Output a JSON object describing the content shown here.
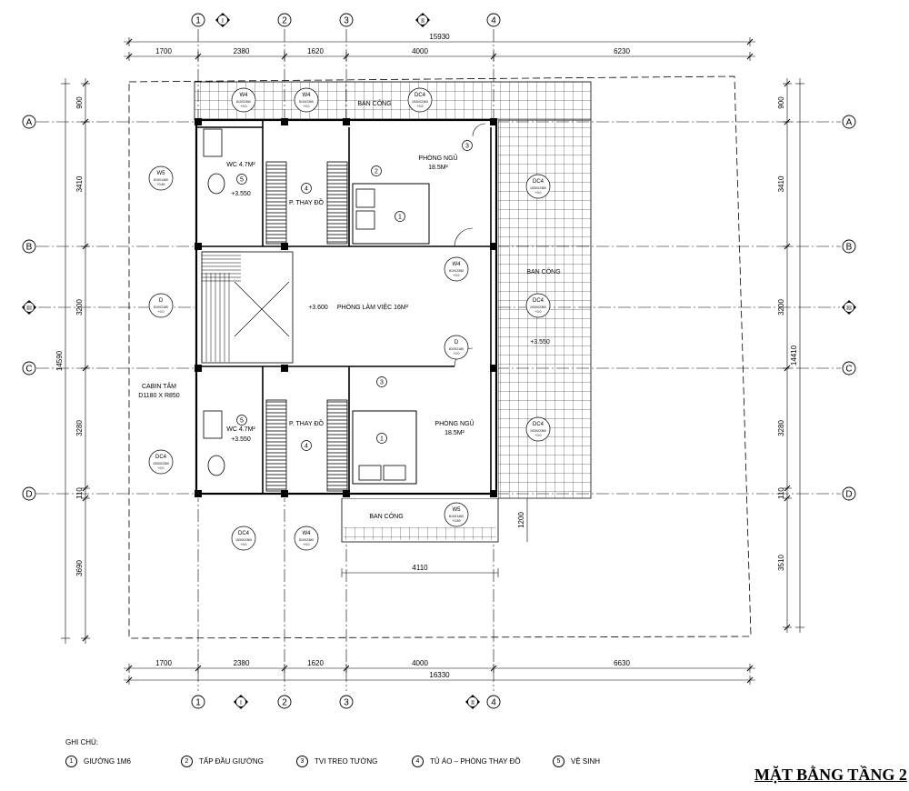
{
  "grid_columns": [
    "1",
    "2",
    "3",
    "4"
  ],
  "grid_rows": [
    "A",
    "B",
    "C",
    "D"
  ],
  "section_marks": [
    "I",
    "II",
    "III"
  ],
  "dims_top": [
    "1700",
    "2380",
    "1620",
    "4000",
    "6230"
  ],
  "dims_top_total": "15930",
  "dims_bottom": [
    "1700",
    "2380",
    "1620",
    "4000",
    "6630"
  ],
  "dims_bottom_total": "16330",
  "dims_left": [
    "900",
    "3410",
    "3200",
    "3280",
    "110",
    "3690"
  ],
  "dims_left_total": "14590",
  "dims_right": [
    "900",
    "3410",
    "3200",
    "3280",
    "110",
    "3510"
  ],
  "dims_right_total": "14410",
  "dim_balcony_width": "4110",
  "dim_balcony_depth": "1200",
  "rooms": {
    "bedroom_top": "PHÒNG NGỦ",
    "bedroom_top_area": "18.5M²",
    "bedroom_bottom": "PHÒNG NGỦ",
    "bedroom_bottom_area": "18.5M²",
    "workroom": "PHÒNG LÀM VIỆC 16M²",
    "workroom_level": "+3.600",
    "dressing_top": "P. THAY ĐỒ",
    "dressing_bottom": "P. THAY ĐỒ",
    "wc_top": "WC 4.7M²",
    "wc_top_level": "+3.550",
    "wc_bottom": "WC 4.7M²",
    "wc_bottom_level": "+3.550",
    "balcony_top": "BAN CÔNG",
    "balcony_right": "BAN CÔNG",
    "balcony_right_level": "+3.550",
    "balcony_bottom": "BAN CÔNG",
    "cabin_label": "CABIN TẮM",
    "cabin_size": "D1180 X R850"
  },
  "window_tags": [
    {
      "code": "W4",
      "size": "810X2360",
      "sill": "+0.0"
    },
    {
      "code": "W4",
      "size": "810X2360",
      "sill": "+0.0"
    },
    {
      "code": "DC4",
      "size": "1530X2360",
      "sill": "+0.0"
    },
    {
      "code": "W5",
      "size": "810X1460",
      "sill": "+0.89"
    },
    {
      "code": "DC4",
      "size": "1530X2360",
      "sill": "+0.0"
    },
    {
      "code": "DC4",
      "size": "1530X2360",
      "sill": "+0.0"
    },
    {
      "code": "DC4",
      "size": "1530X2360",
      "sill": "+0.0"
    },
    {
      "code": "DC4",
      "size": "1530X2360",
      "sill": "+0.0"
    },
    {
      "code": "W5",
      "size": "810X1460",
      "sill": "+0.89"
    },
    {
      "code": "DC4",
      "size": "1530X2360",
      "sill": "+0.0"
    },
    {
      "code": "W4",
      "size": "810X2360",
      "sill": "+0.0"
    },
    {
      "code": "W4",
      "size": "810X2360",
      "sill": "+0.0"
    },
    {
      "code": "D",
      "size": "810X2180",
      "sill": "+0.0"
    },
    {
      "code": "D",
      "size": "810X2180",
      "sill": "+0.0"
    }
  ],
  "furniture_marks": [
    "1",
    "2",
    "3",
    "4",
    "5"
  ],
  "legend": {
    "title": "GHI CHÚ:",
    "items": [
      {
        "num": "1",
        "label": "GIƯỜNG 1M6"
      },
      {
        "num": "2",
        "label": "TẤP ĐẦU GIƯỜNG"
      },
      {
        "num": "3",
        "label": "TVI TREO TƯỜNG"
      },
      {
        "num": "4",
        "label": "TỦ ÁO – PHÒNG THAY ĐỒ"
      },
      {
        "num": "5",
        "label": "VỆ SINH"
      }
    ]
  },
  "sheet_title": "MẶT BẰNG TẦNG 2"
}
